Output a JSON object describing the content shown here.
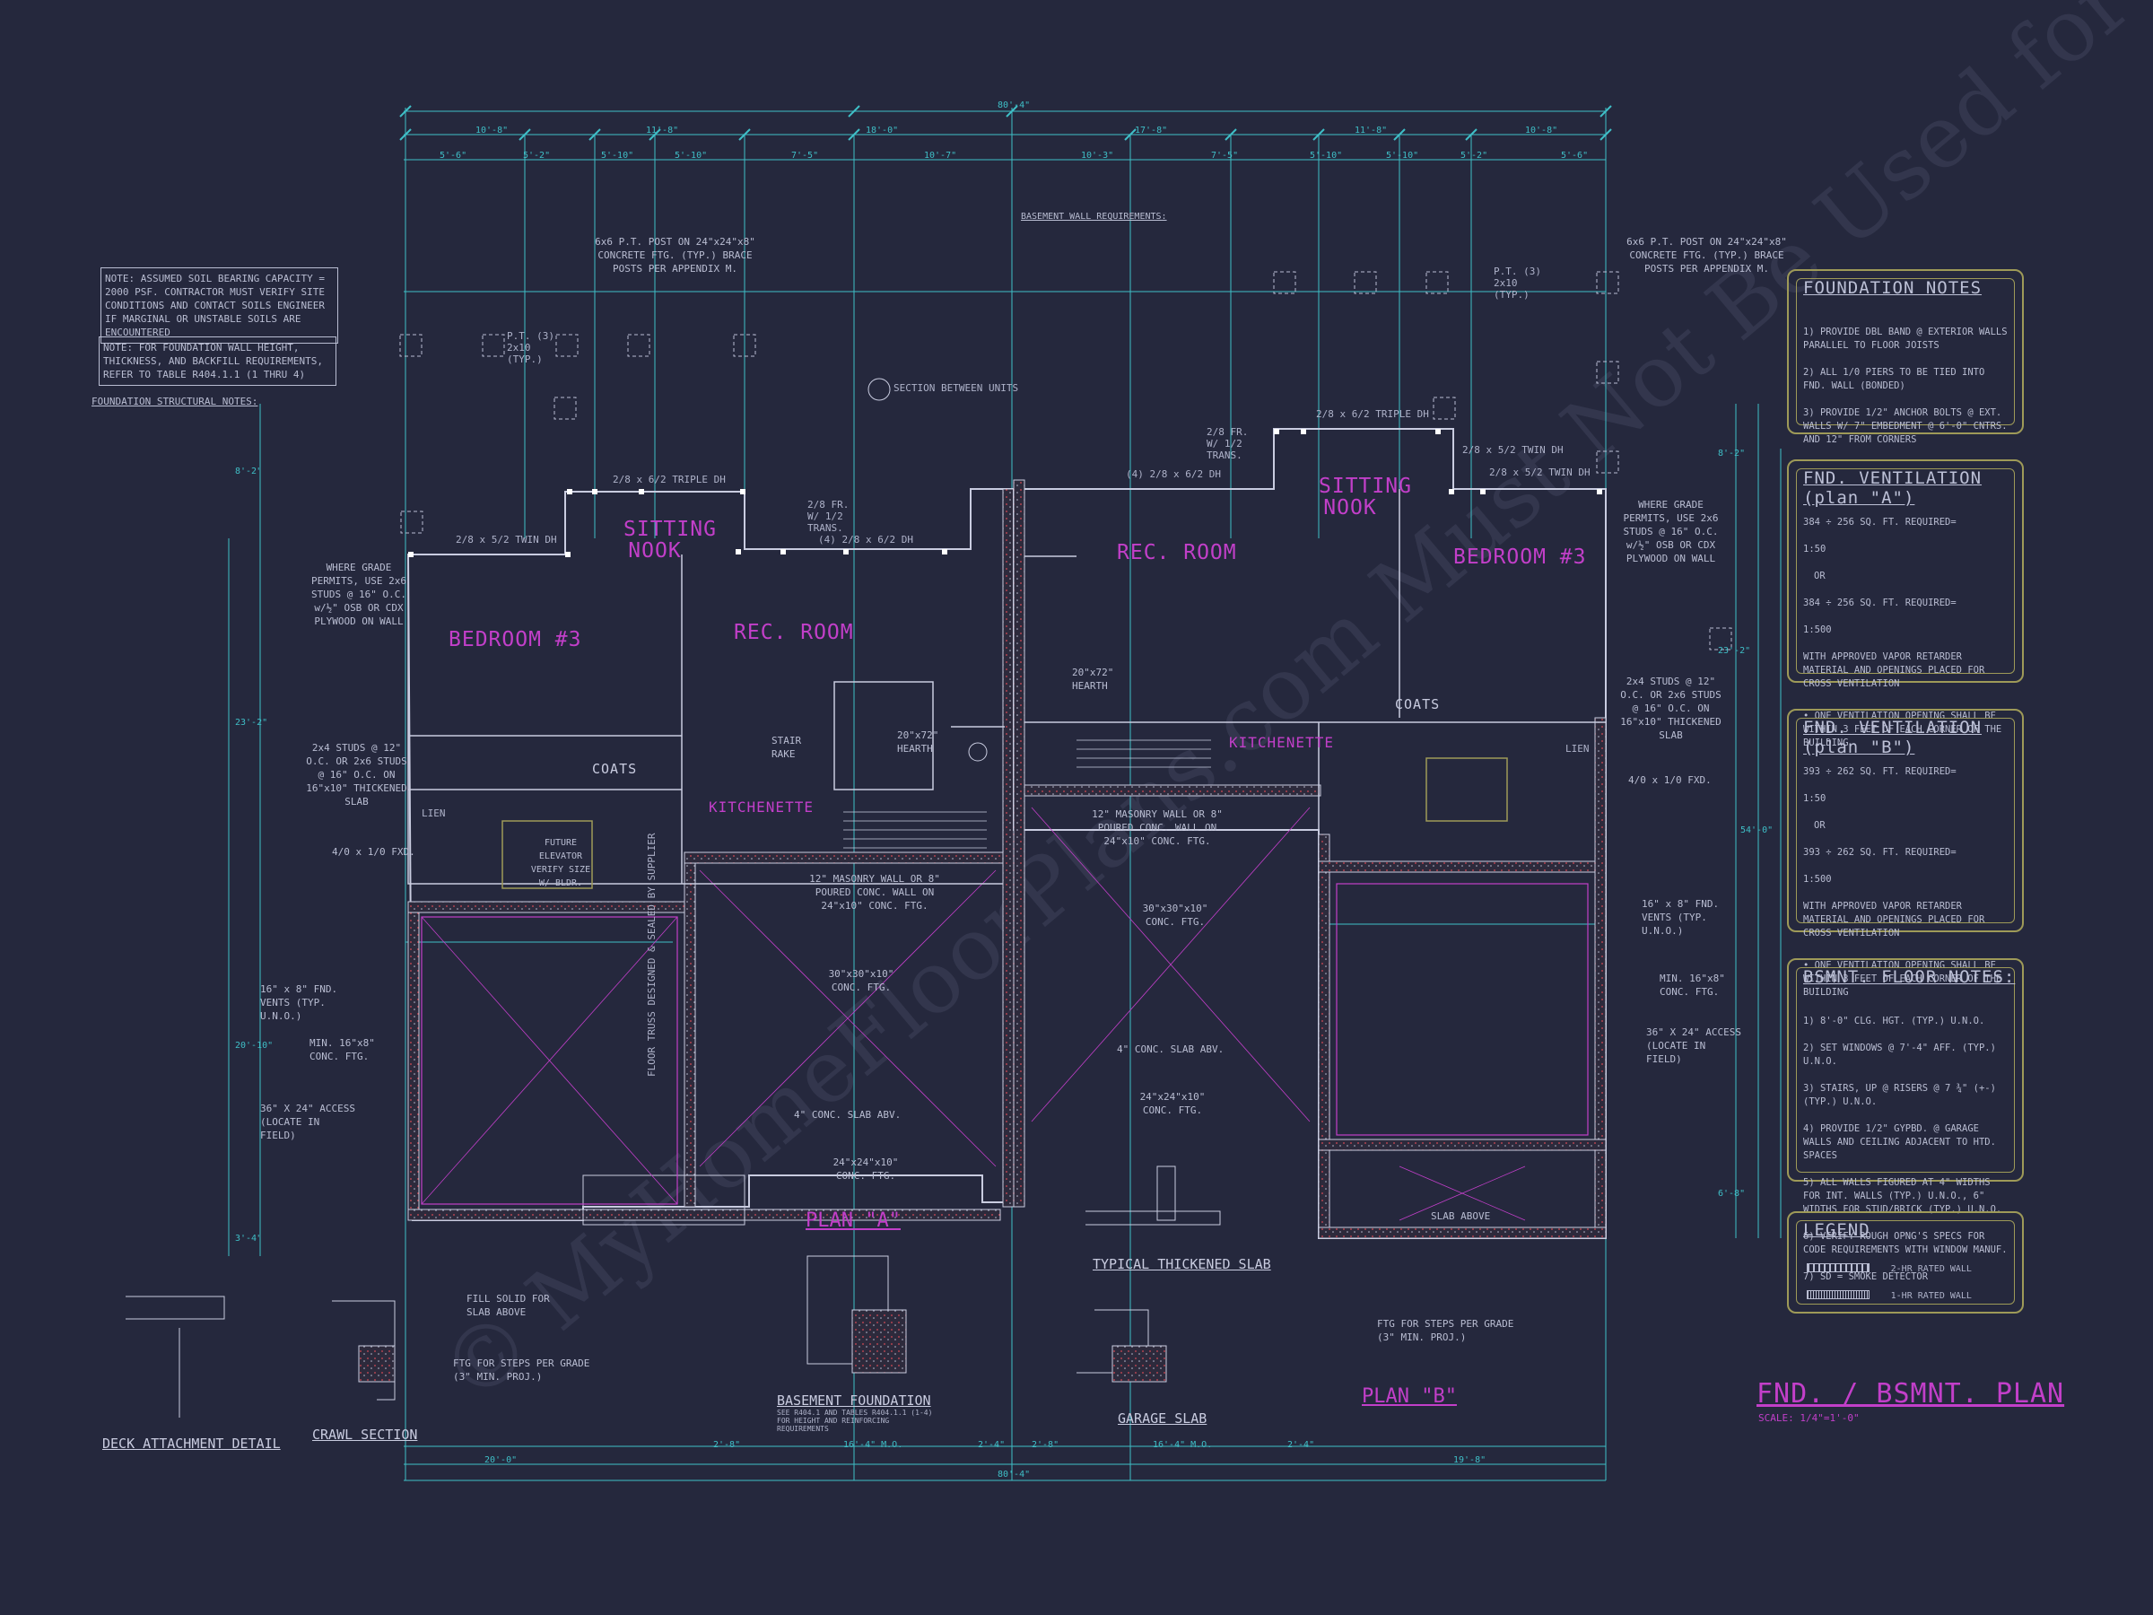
{
  "sheet": {
    "title": "FND. / BSMNT. PLAN",
    "scale": "SCALE: 1/4\"=1'-0\"",
    "watermark": "© MyHomeFloorPlans.com  Must Not Be Used for Construction",
    "overall_width": "80'-4\""
  },
  "colors": {
    "background": "#25283d",
    "walls": "#c9cce0",
    "dimensions": "#3fbfc7",
    "room_labels": "#c23fc9",
    "panel_border": "#9e9a58",
    "hatch": "#d64b55"
  },
  "notes": {
    "soil": "NOTE: ASSUMED SOIL BEARING CAPACITY = 2000 PSF. CONTRACTOR MUST VERIFY SITE CONDITIONS AND CONTACT SOILS ENGINEER IF MARGINAL OR UNSTABLE SOILS ARE ENCOUNTERED",
    "wall_height": "NOTE: FOR FOUNDATION WALL HEIGHT, THICKNESS, AND BACKFILL REQUIREMENTS, REFER TO TABLE R404.1.1 (1 THRU 4)",
    "structural_title": "FOUNDATION STRUCTURAL NOTES:",
    "post_left": "6x6 P.T. POST ON 24\"x24\"x8\" CONCRETE FTG. (TYP.) BRACE POSTS PER APPENDIX M.",
    "post_right": "6x6 P.T. POST ON 24\"x24\"x8\" CONCRETE FTG. (TYP.) BRACE POSTS PER APPENDIX M.",
    "basement_wall_title": "BASEMENT WALL REQUIREMENTS:",
    "section_between": "SECTION BETWEEN UNITS",
    "grade_left": "WHERE GRADE PERMITS, USE 2x6 STUDS @ 16\" O.C. w/½\" OSB OR CDX PLYWOOD ON WALL",
    "grade_right": "WHERE GRADE PERMITS, USE 2x6 STUDS @ 16\" O.C. w/½\" OSB OR CDX PLYWOOD ON WALL",
    "studs_left": "2x4 STUDS @ 12\" O.C. OR 2x6 STUDS @ 16\" O.C. ON 16\"x10\" THICKENED SLAB",
    "studs_right": "2x4 STUDS @ 12\" O.C. OR 2x6 STUDS @ 16\" O.C. ON 16\"x10\" THICKENED SLAB",
    "vents_left": "16\" x 8\" FND. VENTS (TYP. U.N.O.)",
    "vents_right": "16\" x 8\" FND. VENTS (TYP. U.N.O.)",
    "access_left": "36\" X 24\" ACCESS (LOCATE IN FIELD)",
    "access_right": "36\" X 24\" ACCESS (LOCATE IN FIELD)",
    "conc_ftg_left": "MIN. 16\"x8\" CONC. FTG.",
    "conc_ftg_right": "MIN. 16\"x8\" CONC. FTG.",
    "fixed_left": "4/0 x 1/0 FXD.",
    "fixed_right": "4/0 x 1/0 FXD.",
    "steps_left": "FTG FOR STEPS PER GRADE (3\" MIN. PROJ.)",
    "steps_right": "FTG FOR STEPS PER GRADE (3\" MIN. PROJ.)",
    "fill_solid": "FILL SOLID FOR SLAB ABOVE",
    "masonry_left": "12\" MASONRY WALL OR 8\" POURED CONC. WALL ON 24\"x10\" CONC. FTG.",
    "masonry_right": "12\" MASONRY WALL OR 8\" POURED CONC. WALL ON 24\"x10\" CONC. FTG.",
    "conc_30": "30\"x30\"x10\" CONC. FTG.",
    "conc_30b": "30\"x30\"x10\" CONC. FTG.",
    "conc_24": "24\"x24\"x10\" CONC. FTG.",
    "conc_24b": "24\"x24\"x10\" CONC. FTG.",
    "slab_abv": "4\" CONC. SLAB ABV.",
    "slab_abv_b": "4\" CONC. SLAB ABV.",
    "slab_above": "SLAB ABOVE",
    "hearth": "20\"x72\" HEARTH",
    "hearth_b": "20\"x72\" HEARTH",
    "truss": "FLOOR TRUSS DESIGNED & SEALED BY SUPPLIER",
    "elevator": "FUTURE ELEVATOR VERIFY SIZE W/ BLDR.",
    "stair": "STAIR RAKE"
  },
  "rooms": {
    "bedroom_a": "BEDROOM #3",
    "rec_a": "REC. ROOM",
    "sitting_a": "SITTING NOOK",
    "kitchenette_a": "KITCHENETTE",
    "coats_a": "COATS",
    "lien_a": "LIEN",
    "rec_b": "REC. ROOM",
    "sitting_b": "SITTING NOOK",
    "bedroom_b": "BEDROOM #3",
    "kitchenette_b": "KITCHENETTE",
    "coats_b": "COATS",
    "lien_b": "LIEN"
  },
  "window_labels": {
    "a_triple": "2/8 x 6/2 TRIPLE DH",
    "a_twin": "2/8 x 5/2 TWIN DH",
    "a_quad": "(4) 2/8 x 6/2 DH",
    "a_trans": "2/8 FR. W/ 1/2 TRANS.",
    "b_triple": "2/8 x 6/2 TRIPLE DH",
    "b_twin_top": "2/8 x 5/2 TWIN DH",
    "b_twin": "2/8 x 5/2 TWIN DH",
    "b_quad": "(4) 2/8 x 6/2 DH",
    "b_trans": "2/8 FR. W/ 1/2 TRANS.",
    "pt_a": "P.T. (3) 2x10 (TYP.)",
    "pt_b": "P.T. (3) 2x10 (TYP.)"
  },
  "plans": {
    "a": "PLAN \"A\"",
    "b": "PLAN \"B\""
  },
  "details": {
    "basement_foundation": "BASEMENT FOUNDATION",
    "basement_foundation_sub": "SEE R404.1 AND TABLES R404.1.1 (1-4) FOR HEIGHT AND REINFORCING REQUIREMENTS",
    "garage_slab": "GARAGE SLAB",
    "thickened_slab": "TYPICAL THICKENED SLAB",
    "crawl_section": "CRAWL SECTION",
    "deck_attachment": "DECK ATTACHMENT DETAIL"
  },
  "panels": {
    "foundation_notes": {
      "title": "FOUNDATION NOTES",
      "lines": [
        "1) PROVIDE DBL BAND @ EXTERIOR WALLS PARALLEL TO FLOOR JOISTS",
        "2) ALL 1/0 PIERS TO BE TIED INTO FND. WALL (BONDED)",
        "3) PROVIDE 1/2\" ANCHOR BOLTS @ EXT. WALLS W/ 7\" EMBEDMENT @ 6'-0\" CNTRS. AND 12\" FROM CORNERS"
      ]
    },
    "vent_a": {
      "title": "FND. VENTILATION (plan \"A\")",
      "lines": [
        "384 ÷ 256 SQ. FT. REQUIRED=",
        "1:50",
        "OR",
        "384 ÷ 256 SQ. FT. REQUIRED=",
        "1:500",
        "WITH APPROVED VAPOR RETARDER MATERIAL AND OPENINGS PLACED FOR CROSS VENTILATION",
        "• ONE VENTILATION OPENING SHALL BE WITHIN 3 FEET OF EACH CORNER OF THE BUILDING"
      ]
    },
    "vent_b": {
      "title": "FND. VENTILATION (plan \"B\")",
      "lines": [
        "393 ÷ 262 SQ. FT. REQUIRED=",
        "1:50",
        "OR",
        "393 ÷ 262 SQ. FT. REQUIRED=",
        "1:500",
        "WITH APPROVED VAPOR RETARDER MATERIAL AND OPENINGS PLACED FOR CROSS VENTILATION",
        "• ONE VENTILATION OPENING SHALL BE WITHIN 3 FEET OF EACH CORNER OF THE BUILDING"
      ]
    },
    "bsmnt_notes": {
      "title": "BSMNT. FLOOR NOTES:",
      "lines": [
        "1) 8'-0\" CLG. HGT. (TYP.) U.N.O.",
        "2) SET WINDOWS @ 7'-4\" AFF. (TYP.) U.N.O.",
        "3) STAIRS, UP @ RISERS @ 7 ¾\" (+-) (TYP.) U.N.O.",
        "4) PROVIDE 1/2\" GYPBD. @ GARAGE WALLS AND CEILING ADJACENT TO HTD. SPACES",
        "5) ALL WALLS FIGURED AT 4\" WIDTHS FOR INT. WALLS (TYP.) U.N.O., 6\" WIDTHS FOR STUD/BRICK (TYP.) U.N.O.",
        "6) VERIFY ROUGH OPNG'S SPECS FOR CODE REQUIREMENTS WITH WINDOW MANUF.",
        "7) SD = SMOKE DETECTOR"
      ]
    },
    "legend": {
      "title": "LEGEND",
      "items": [
        {
          "label": "2-HR RATED WALL"
        },
        {
          "label": "1-HR RATED WALL"
        }
      ]
    }
  },
  "dimensions": {
    "top": [
      "10'-8\"",
      "11'-8\"",
      "18'-0\"",
      "17'-8\"",
      "11'-8\"",
      "10'-8\""
    ],
    "top2": [
      "5'-6\"",
      "5'-2\"",
      "5'-10\"",
      "5'-10\"",
      "7'-5\"",
      "10'-7\"",
      "10'-3\"",
      "7'-5\"",
      "5'-10\"",
      "5'-10\"",
      "5'-2\"",
      "5'-6\""
    ],
    "bottom": [
      "20'-0\"",
      "2'-8\"",
      "16'-4\" M.O.",
      "2'-4\"",
      "2'-8\"",
      "16'-4\" M.O.",
      "2'-4\"",
      "19'-8\""
    ],
    "overall_bottom": "80'-4\"",
    "left": [
      "8'-2\"",
      "23'-2\"",
      "20'-10\"",
      "3'-4\""
    ],
    "right": [
      "8'-2\"",
      "23'-2\"",
      "54'-0\"",
      "6'-8\""
    ]
  }
}
